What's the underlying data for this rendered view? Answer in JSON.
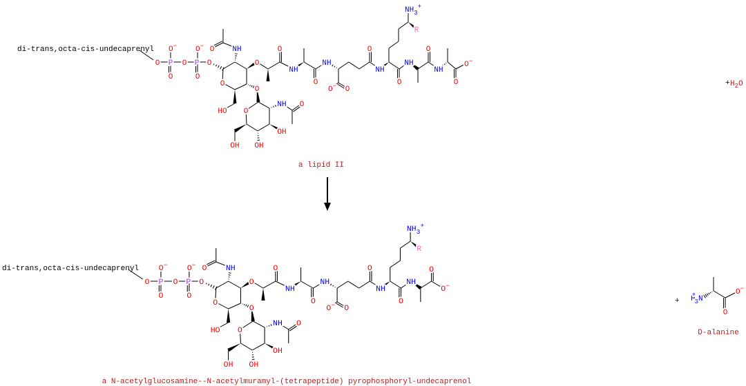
{
  "reactants": {
    "lipid_ii": {
      "name": "a lipid II",
      "chain_label": "di-trans,octa-cis-undecaprenyl"
    },
    "water": {
      "plus": "+",
      "formula": [
        "H",
        "2",
        "O"
      ]
    }
  },
  "products": {
    "product": {
      "name": "a N-acetylglucosamine--N-acetylmuramyl-(tetrapeptide) pyrophosphoryl-undecaprenol",
      "chain_label": "di-trans,octa-cis-undecaprenyl"
    },
    "d_alanine": {
      "plus": "+",
      "name": "D-alanine",
      "amine": [
        "H",
        "3",
        "N",
        "+"
      ]
    }
  },
  "atoms": {
    "O": "O",
    "O-": [
      "O",
      "−"
    ],
    "P": "P",
    "NH": "NH",
    "OH": "OH",
    "HO": "HO",
    "NH3": [
      "NH",
      "3",
      "+"
    ],
    "R": "R"
  },
  "colors": {
    "oxygen": "#ff0000",
    "nitrogen": "#0000ff",
    "phosphorus": "#a040e0",
    "r_group": "#ff69b4",
    "name": "#b22222",
    "bond": "#000000"
  }
}
